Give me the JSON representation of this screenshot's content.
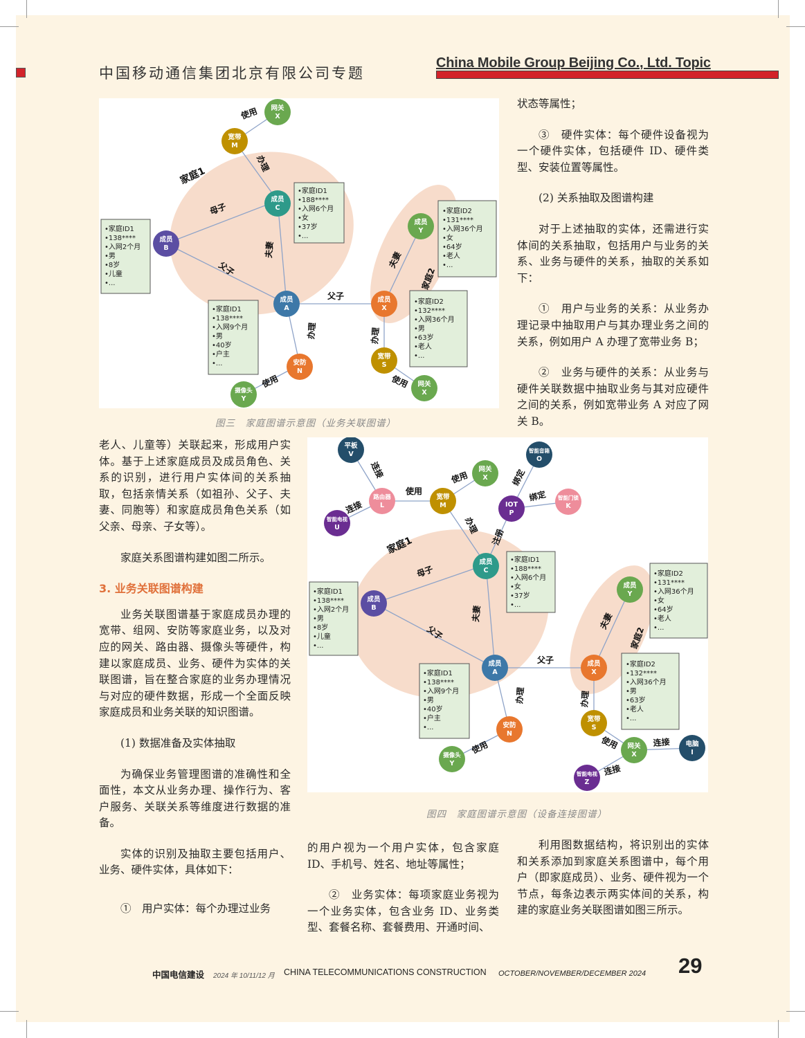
{
  "header": {
    "title_cn": "中国移动通信集团北京有限公司专题",
    "title_en": "China Mobile Group Beijing Co., Ltd. Topic"
  },
  "figure3": {
    "caption": "图三　家庭图谱示意图（业务关联图谱）",
    "family1_label": "家庭1",
    "family2_label": "家庭2",
    "nodes": {
      "gateway_x": [
        "网关",
        "X"
      ],
      "broadband_m": [
        "宽带",
        "M"
      ],
      "member_c": [
        "成员",
        "C"
      ],
      "member_b": [
        "成员",
        "B"
      ],
      "member_a": [
        "成员",
        "A"
      ],
      "member_y": [
        "成员",
        "Y"
      ],
      "member_x": [
        "成员",
        "X"
      ],
      "security_n": [
        "安防",
        "N"
      ],
      "camera_y": [
        "摄像头",
        "Y"
      ],
      "broadband_s": [
        "宽带",
        "S"
      ],
      "gateway_x2": [
        "网关",
        "X"
      ]
    },
    "edges": {
      "use1": "使用",
      "handle1": "办理",
      "mother_son": "母子",
      "husband_wife1": "夫妻",
      "father_son1": "父子",
      "father_son2": "父子",
      "handle2": "办理",
      "use2": "使用",
      "husband_wife2": "夫妻",
      "handle3": "办理",
      "use3": "使用"
    },
    "info_boxes": {
      "member_b": [
        "•家庭ID1",
        "•138****",
        "•入网2个月",
        "•男",
        "•8岁",
        "•儿童",
        "•..."
      ],
      "member_c": [
        "•家庭ID1",
        "•188****",
        "•入网6个月",
        "•女",
        "•37岁",
        "•..."
      ],
      "member_a": [
        "•家庭ID1",
        "•138****",
        "•入网9个月",
        "•男",
        "•40岁",
        "•户主",
        "•..."
      ],
      "member_y": [
        "•家庭ID2",
        "•131****",
        "•入网36个月",
        "•女",
        "•64岁",
        "•老人",
        "•..."
      ],
      "member_x": [
        "•家庭ID2",
        "•132****",
        "•入网36个月",
        "•男",
        "•63岁",
        "•老人",
        "•..."
      ]
    }
  },
  "figure4": {
    "caption": "图四　家庭图谱示意图（设备连接图谱）",
    "family1_label": "家庭1",
    "family2_label": "家庭2",
    "nodes": {
      "tablet_v": [
        "平板",
        "V"
      ],
      "router_l": [
        "路由器",
        "L"
      ],
      "smarttv_u": [
        "智能电视",
        "U"
      ],
      "broadband_m": [
        "宽带",
        "M"
      ],
      "gateway_x": [
        "网关",
        "X"
      ],
      "iot_p": [
        "IOT",
        "P"
      ],
      "speaker_o": [
        "智能音箱",
        "O"
      ],
      "doorlock_k": [
        "智能门锁",
        "K"
      ],
      "member_c": [
        "成员",
        "C"
      ],
      "member_b": [
        "成员",
        "B"
      ],
      "member_a": [
        "成员",
        "A"
      ],
      "security_n": [
        "安防",
        "N"
      ],
      "camera_y": [
        "摄像头",
        "Y"
      ],
      "member_y": [
        "成员",
        "Y"
      ],
      "member_x": [
        "成员",
        "X"
      ],
      "broadband_s": [
        "宽带",
        "S"
      ],
      "gateway_x2": [
        "网关",
        "X"
      ],
      "pc_i": [
        "电脑",
        "I"
      ],
      "smarttv_z": [
        "智能电视",
        "Z"
      ]
    },
    "edges": {
      "connect_v": "连接",
      "connect_u": "连接",
      "use_lm": "使用",
      "use_mx": "使用",
      "bind_o": "绑定",
      "bind_k": "绑定",
      "handle_mc": "办理",
      "register": "注册",
      "mother_son": "母子",
      "husband_wife1": "夫妻",
      "father_son1": "父子",
      "father_son2": "父子",
      "handle_an": "办理",
      "use_ny": "使用",
      "husband_wife2": "夫妻",
      "handle_xs": "办理",
      "use_sx": "使用",
      "connect_i": "连接",
      "connect_z": "连接"
    },
    "info_boxes": {
      "member_b": [
        "•家庭ID1",
        "•138****",
        "•入网2个月",
        "•男",
        "•8岁",
        "•儿童",
        "•..."
      ],
      "member_c": [
        "•家庭ID1",
        "•188****",
        "•入网6个月",
        "•女",
        "•37岁",
        "•..."
      ],
      "member_a": [
        "•家庭ID1",
        "•138****",
        "•入网9个月",
        "•男",
        "•40岁",
        "•户主",
        "•..."
      ],
      "member_y": [
        "•家庭ID2",
        "•131****",
        "•入网36个月",
        "•女",
        "•64岁",
        "•老人",
        "•..."
      ],
      "member_x": [
        "•家庭ID2",
        "•132****",
        "•入网36个月",
        "•男",
        "•63岁",
        "•老人",
        "•..."
      ]
    }
  },
  "right_col_top": {
    "p1": "状态等属性；",
    "p2": "③　硬件实体：每个硬件设备视为一个硬件实体，包括硬件 ID、硬件类型、安装位置等属性。",
    "p3": "(2) 关系抽取及图谱构建",
    "p4": "对于上述抽取的实体，还需进行实体间的关系抽取，包括用户与业务的关系、业务与硬件的关系，抽取的关系如下：",
    "p5": "①　用户与业务的关系：从业务办理记录中抽取用户与其办理业务之间的关系，例如用户 A 办理了宽带业务 B；",
    "p6": "②　业务与硬件的关系：从业务与硬件关联数据中抽取业务与其对应硬件之间的关系，例如宽带业务 A 对应了网关 B。"
  },
  "left_col": {
    "p1": "老人、儿童等）关联起来，形成用户实体。基于上述家庭成员及成员角色、关系的识别，进行用户实体间的关系抽取，包括亲情关系（如祖孙、父子、夫妻、同胞等）和家庭成员角色关系（如父亲、母亲、子女等）。",
    "p2": "家庭关系图谱构建如图二所示。",
    "section_title": "3. 业务关联图谱构建",
    "p3": "业务关联图谱基于家庭成员办理的宽带、组网、安防等家庭业务，以及对应的网关、路由器、摄像头等硬件，构建以家庭成员、业务、硬件为实体的关联图谱，旨在整合家庭的业务办理情况与对应的硬件数据，形成一个全面反映家庭成员和业务关联的知识图谱。",
    "p4": "(1) 数据准备及实体抽取",
    "p5": "为确保业务管理图谱的准确性和全面性，本文从业务办理、操作行为、客户服务、关联关系等维度进行数据的准备。",
    "p6": "实体的识别及抽取主要包括用户、业务、硬件实体，具体如下：",
    "p7": "①　用户实体：每个办理过业务"
  },
  "middle_col_bottom": {
    "p1": "的用户视为一个用户实体，包含家庭 ID、手机号、姓名、地址等属性；",
    "p2": "②　业务实体：每项家庭业务视为一个业务实体，包含业务 ID、业务类型、套餐名称、套餐费用、开通时间、"
  },
  "right_col_bottom": {
    "p1": "利用图数据结构，将识别出的实体和关系添加到家庭关系图谱中，每个用户（即家庭成员）、业务、硬件视为一个节点，每条边表示两实体间的关系，构建的家庭业务关联图谱如图三所示。"
  },
  "footer": {
    "journal_cn": "中国电信建设",
    "issue_cn": "2024 年 10/11/12 月",
    "journal_en": "CHINA TELECOMMUNICATIONS CONSTRUCTION",
    "issue_en": "OCTOBER/NOVEMBER/DECEMBER 2024",
    "page_number": "29"
  },
  "colors": {
    "accent_red": "#d2232a",
    "section_orange": "#e0703a",
    "page_bg": "#fdf4e3",
    "family_ellipse": "#f7dccb",
    "info_box": "#e2efdb",
    "node_green": "#6aa84f",
    "node_gold": "#bf9000",
    "node_teal": "#2e9a8a",
    "node_indigo": "#5b4ea3",
    "node_blue": "#3d78a8",
    "node_orange": "#e8772e",
    "node_navy": "#244e6a",
    "node_pink": "#ee8d9b",
    "node_purple": "#6a2d91"
  }
}
